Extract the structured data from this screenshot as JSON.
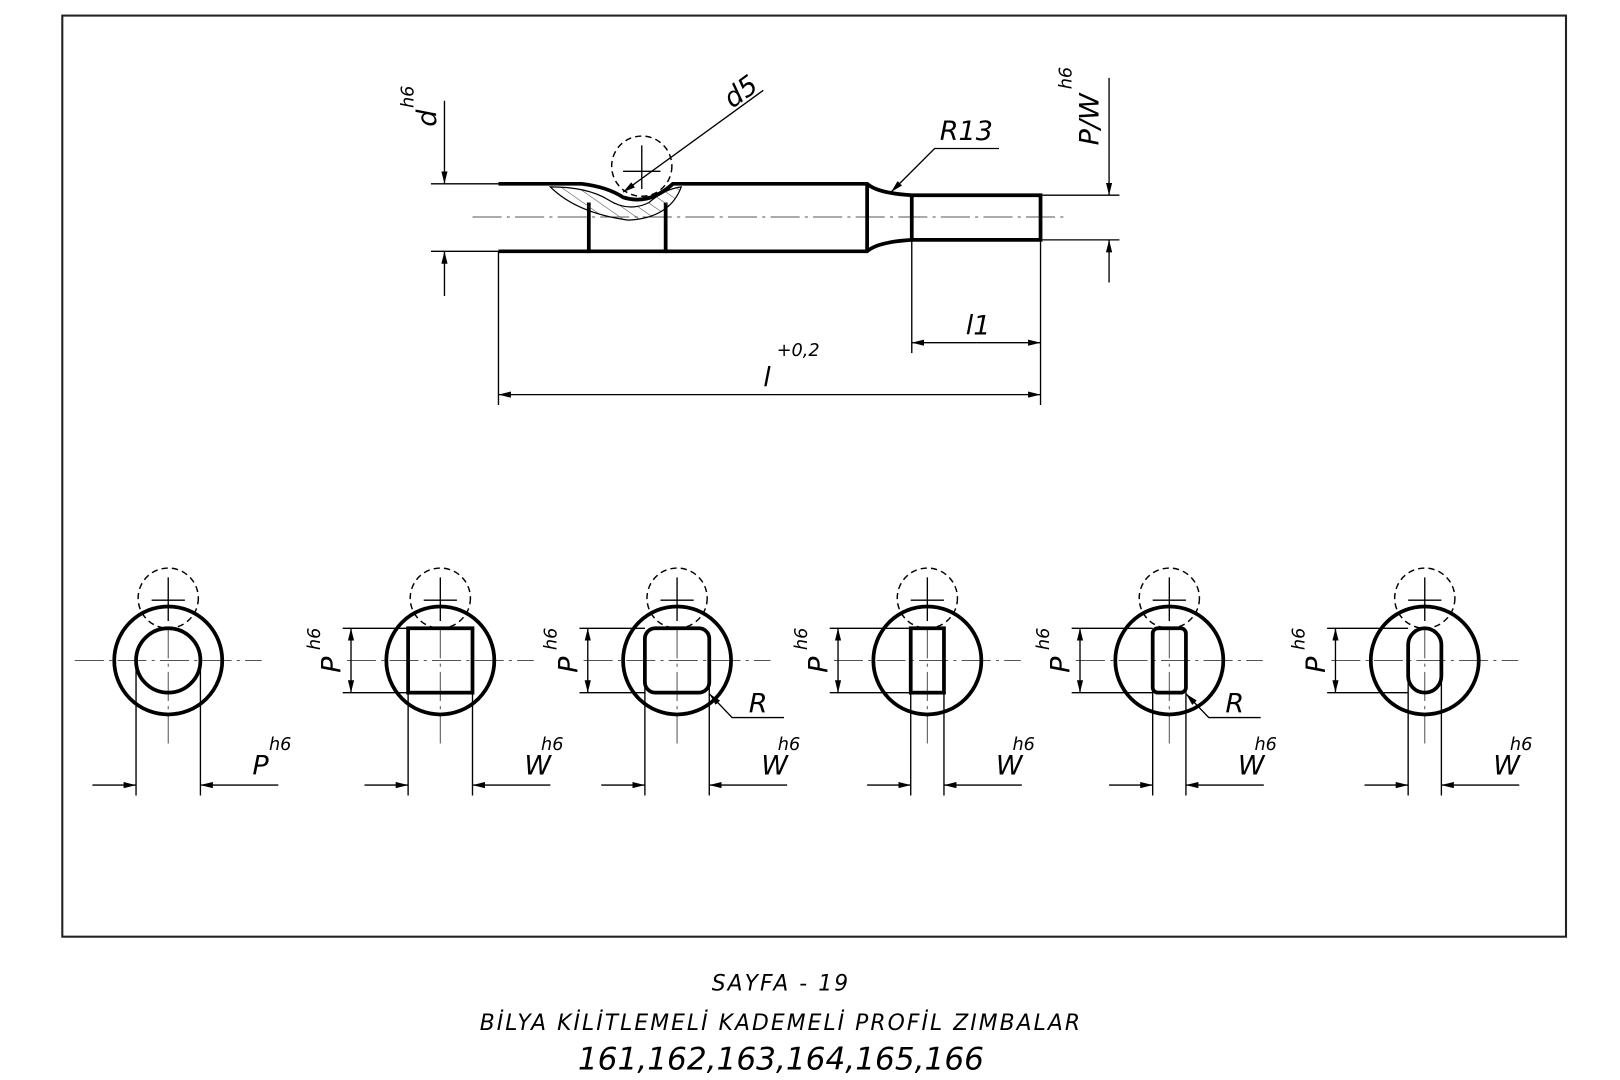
{
  "drawing": {
    "side_view": {
      "d_label": "d",
      "d_tol": "h6",
      "d5_label": "d5",
      "r13_label": "R13",
      "pw_label": "P/W",
      "pw_tol": "h6",
      "l1_label": "l1",
      "l_label": "l",
      "l_tol": "+0,2"
    },
    "profile_views": [
      {
        "shape": "round",
        "w_label": "P",
        "w_tol": "h6",
        "p_label": "",
        "p_tol": "",
        "r_label": ""
      },
      {
        "shape": "square",
        "w_label": "W",
        "w_tol": "h6",
        "p_label": "P",
        "p_tol": "h6",
        "r_label": ""
      },
      {
        "shape": "rounded-square",
        "w_label": "W",
        "w_tol": "h6",
        "p_label": "P",
        "p_tol": "h6",
        "r_label": "R"
      },
      {
        "shape": "rectangle",
        "w_label": "W",
        "w_tol": "h6",
        "p_label": "P",
        "p_tol": "h6",
        "r_label": ""
      },
      {
        "shape": "rounded-rectangle",
        "w_label": "W",
        "w_tol": "h6",
        "p_label": "P",
        "p_tol": "h6",
        "r_label": "R"
      },
      {
        "shape": "oblong",
        "w_label": "W",
        "w_tol": "h6",
        "p_label": "P",
        "p_tol": "h6",
        "r_label": ""
      }
    ]
  },
  "caption": {
    "page": "SAYFA - 19",
    "title": "BİLYA KİLİTLEMELİ KADEMELİ PROFİL ZIMBALAR",
    "codes": "161,162,163,164,165,166"
  }
}
